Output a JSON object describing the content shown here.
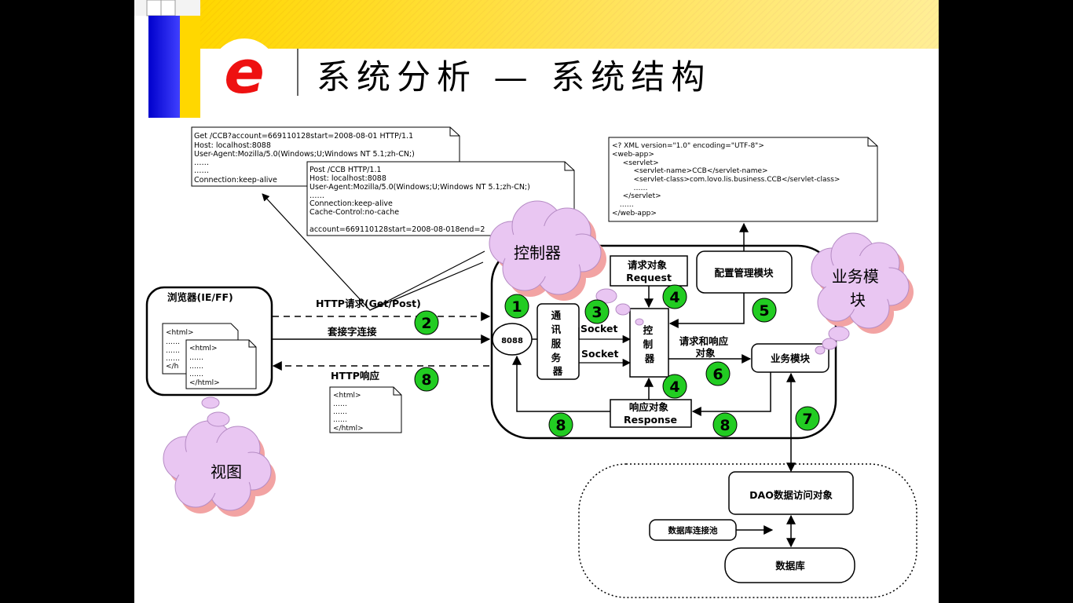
{
  "header": {
    "logo_letter": "e",
    "title": "系统分析 — 系统结构"
  },
  "get_request": {
    "lines": [
      "Get /CCB?account=669110128start=2008-08-01 HTTP/1.1",
      "Host: localhost:8088",
      "User-Agent:Mozilla/5.0(Windows;U;Windows NT 5.1;zh-CN;)",
      "……",
      "……",
      "Connection:keep-alive"
    ]
  },
  "post_request": {
    "lines": [
      "Post /CCB HTTP/1.1",
      "Host: localhost:8088",
      "User-Agent:Mozilla/5.0(Windows;U;Windows NT 5.1;zh-CN;)",
      "……",
      "Connection:keep-alive",
      "Cache-Control:no-cache",
      "",
      "account=669110128start=2008-08-018end=2"
    ]
  },
  "xml_config": {
    "lines": [
      "<? XML version=\"1.0\" encoding=\"UTF-8\">",
      "<web-app>",
      "  <servlet>",
      "    <servlet-name>CCB</servlet-name>",
      "    <servlet-class>com.lovo.lis.business.CCB</servlet-class>",
      "    ……",
      "  </servlet>",
      "  ……",
      "</web-app>"
    ]
  },
  "browser": {
    "label": "浏览器(IE/FF)",
    "page1": [
      "<html>",
      "……",
      "……",
      "……",
      "</h"
    ],
    "page2": [
      "<html>",
      "……",
      "……",
      "……",
      "</html>"
    ]
  },
  "http_response_doc": {
    "lines": [
      "<html>",
      "……",
      "……",
      "……",
      "</html>"
    ]
  },
  "clouds": {
    "controller": "控制器",
    "business": [
      "业务模",
      "块"
    ],
    "view": "视图"
  },
  "labels": {
    "http_request": "HTTP请求(Get/Post)",
    "socket_connection": "套接字连接",
    "http_response": "HTTP响应",
    "port": "8088",
    "comm_server": [
      "通",
      "讯",
      "服",
      "务",
      "器"
    ],
    "socket_top": "Socket",
    "socket_bottom": "Socket",
    "request_object": [
      "请求对象",
      "Request"
    ],
    "config_module": "配置管理模块",
    "controller_box": [
      "控",
      "制",
      "器"
    ],
    "req_resp_objects": [
      "请求和响应",
      "对象"
    ],
    "business_module": "业务模块",
    "response_object": [
      "响应对象",
      "Response"
    ],
    "dao": "DAO数据访问对象",
    "db_pool": "数据库连接池",
    "database": "数据库"
  },
  "steps": {
    "s1": "1",
    "s2": "2",
    "s3": "3",
    "s4a": "4",
    "s4b": "4",
    "s5": "5",
    "s6": "6",
    "s7": "7",
    "s8a": "8",
    "s8b": "8",
    "s8c": "8"
  },
  "colors": {
    "step_badge": "#22cc22",
    "cloud": "#e9c6f2",
    "cloud_shadow": "#f2a3a3",
    "header_gradient_start": "#ffd700"
  }
}
